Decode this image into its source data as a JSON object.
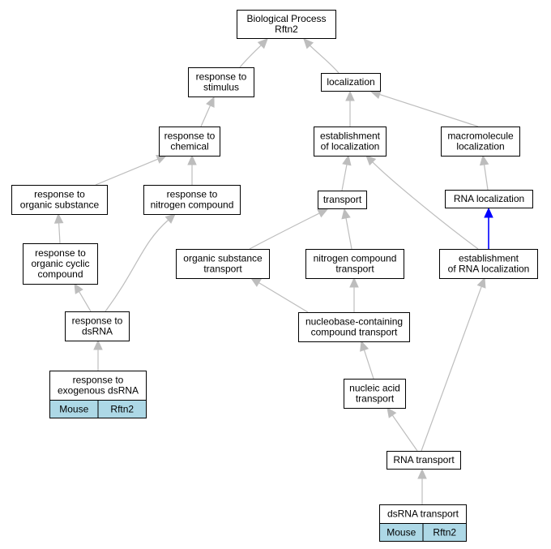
{
  "colors": {
    "edge": "#bdbdbd",
    "highlight_edge": "#0000ff",
    "annotation_fill": "#add8e6"
  },
  "nodes": {
    "bp": {
      "lines": [
        "Biological Process",
        "Rftn2"
      ]
    },
    "resp_stim": {
      "lines": [
        "response to",
        "stimulus"
      ]
    },
    "local": {
      "lines": [
        "localization"
      ]
    },
    "resp_chem": {
      "lines": [
        "response to",
        "chemical"
      ]
    },
    "est_loc": {
      "lines": [
        "establishment",
        "of localization"
      ]
    },
    "macro_loc": {
      "lines": [
        "macromolecule",
        "localization"
      ]
    },
    "resp_org": {
      "lines": [
        "response to",
        "organic substance"
      ]
    },
    "resp_nit": {
      "lines": [
        "response to",
        "nitrogen compound"
      ]
    },
    "transport": {
      "lines": [
        "transport"
      ]
    },
    "rna_loc": {
      "lines": [
        "RNA localization"
      ]
    },
    "resp_cyc": {
      "lines": [
        "response to",
        "organic cyclic",
        "compound"
      ]
    },
    "org_trans": {
      "lines": [
        "organic substance",
        "transport"
      ]
    },
    "nit_trans": {
      "lines": [
        "nitrogen compound",
        "transport"
      ]
    },
    "est_rna": {
      "lines": [
        "establishment",
        "of RNA localization"
      ]
    },
    "resp_ds": {
      "lines": [
        "response to",
        "dsRNA"
      ]
    },
    "nuc_trans": {
      "lines": [
        "nucleobase-containing",
        "compound transport"
      ]
    },
    "resp_exo": {
      "lines": [
        "response to",
        "exogenous dsRNA"
      ],
      "tags": [
        "Mouse",
        "Rftn2"
      ]
    },
    "na_trans": {
      "lines": [
        "nucleic acid",
        "transport"
      ]
    },
    "rna_trans": {
      "lines": [
        "RNA transport"
      ]
    },
    "ds_trans": {
      "lines": [
        "dsRNA transport"
      ],
      "tags": [
        "Mouse",
        "Rftn2"
      ]
    }
  },
  "edges": [
    {
      "from": "resp_stim",
      "to": "bp"
    },
    {
      "from": "local",
      "to": "bp"
    },
    {
      "from": "resp_chem",
      "to": "resp_stim"
    },
    {
      "from": "est_loc",
      "to": "local"
    },
    {
      "from": "macro_loc",
      "to": "local"
    },
    {
      "from": "resp_org",
      "to": "resp_chem"
    },
    {
      "from": "resp_nit",
      "to": "resp_chem"
    },
    {
      "from": "transport",
      "to": "est_loc"
    },
    {
      "from": "est_rna",
      "to": "est_loc"
    },
    {
      "from": "rna_loc",
      "to": "macro_loc"
    },
    {
      "from": "est_rna",
      "to": "rna_loc",
      "highlight": true
    },
    {
      "from": "resp_cyc",
      "to": "resp_org"
    },
    {
      "from": "resp_ds",
      "to": "resp_cyc"
    },
    {
      "from": "resp_ds",
      "to": "resp_nit"
    },
    {
      "from": "org_trans",
      "to": "transport"
    },
    {
      "from": "nit_trans",
      "to": "transport"
    },
    {
      "from": "nuc_trans",
      "to": "org_trans"
    },
    {
      "from": "nuc_trans",
      "to": "nit_trans"
    },
    {
      "from": "resp_exo",
      "to": "resp_ds"
    },
    {
      "from": "na_trans",
      "to": "nuc_trans"
    },
    {
      "from": "rna_trans",
      "to": "na_trans"
    },
    {
      "from": "rna_trans",
      "to": "est_rna"
    },
    {
      "from": "ds_trans",
      "to": "rna_trans"
    }
  ]
}
